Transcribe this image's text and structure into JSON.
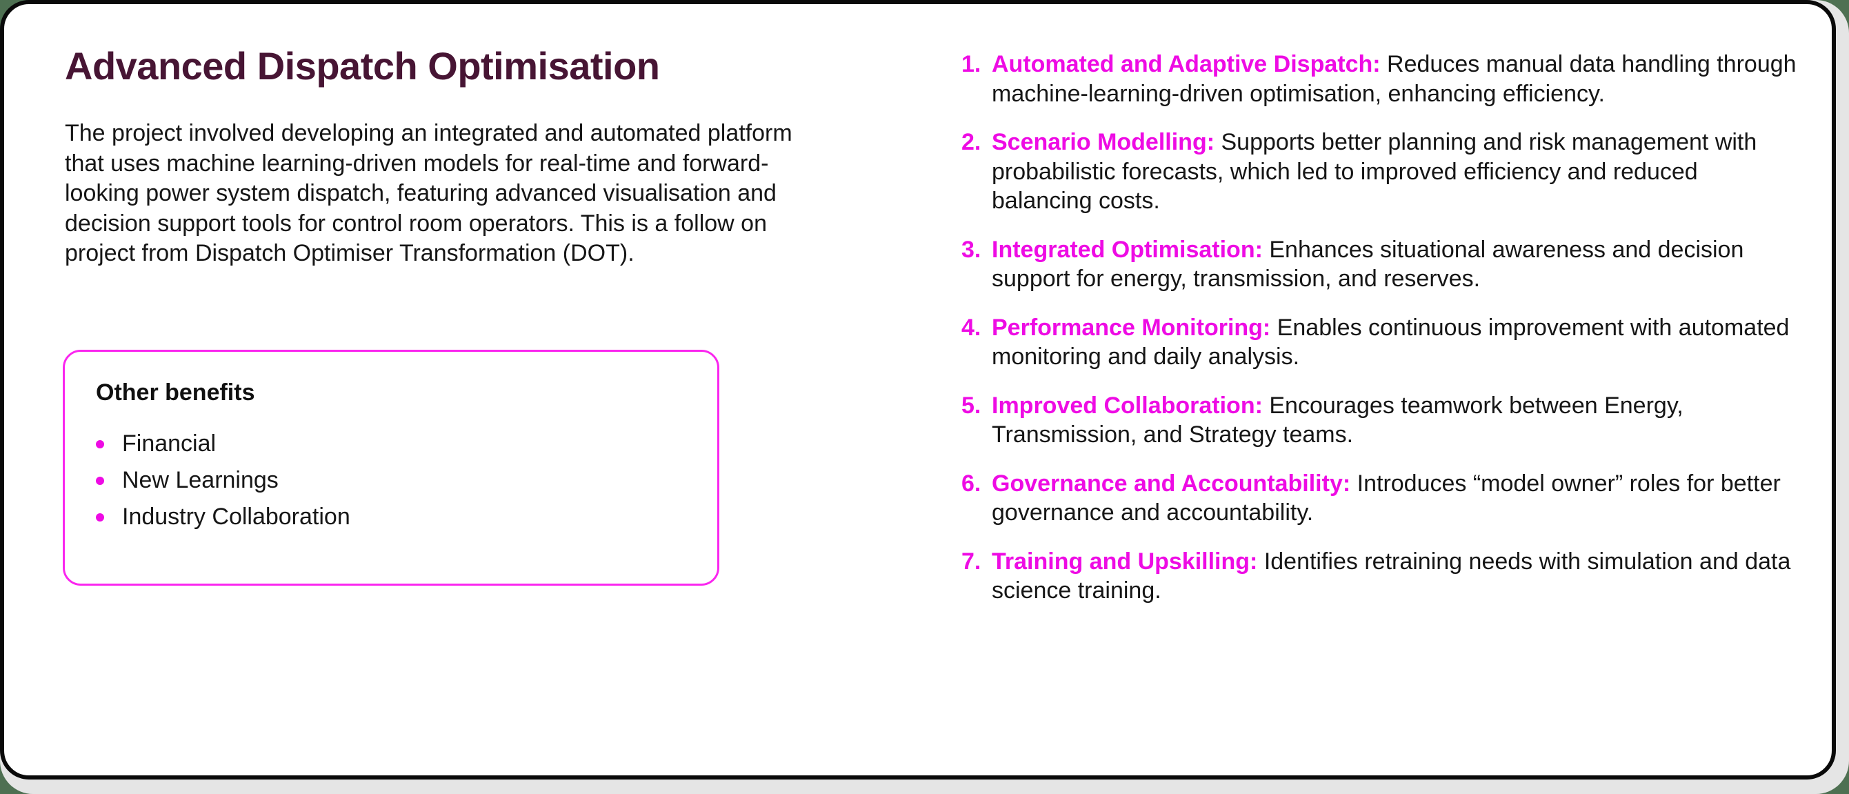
{
  "slide": {
    "title": "Advanced Dispatch Optimisation",
    "intro": "The project involved developing an integrated and automated platform that uses machine learning-driven models for real-time and forward-looking power system dispatch, featuring advanced visualisation and decision support tools for control room operators. This is a follow on project from Dispatch Optimiser Transformation (DOT).",
    "benefits_box": {
      "heading": "Other benefits",
      "items": [
        "Financial",
        "New Learnings",
        "Industry Collaboration"
      ]
    },
    "numbered_list": [
      {
        "num": "1.",
        "lead": "Automated and Adaptive Dispatch:",
        "text": "Reduces manual data handling through machine-learning-driven optimisation, enhancing efficiency."
      },
      {
        "num": "2.",
        "lead": "Scenario Modelling:",
        "text": "Supports better planning and risk management with probabilistic forecasts, which led to improved efficiency and reduced balancing costs."
      },
      {
        "num": "3.",
        "lead": "Integrated Optimisation:",
        "text": "Enhances situational awareness and decision support for energy, transmission, and reserves."
      },
      {
        "num": "4.",
        "lead": "Performance Monitoring:",
        "text": "Enables continuous improvement with automated monitoring and daily analysis."
      },
      {
        "num": "5.",
        "lead": "Improved Collaboration:",
        "text": "Encourages teamwork between Energy, Transmission, and Strategy teams."
      },
      {
        "num": "6.",
        "lead": "Governance and Accountability:",
        "text": "Introduces “model owner” roles for better governance and accountability."
      },
      {
        "num": "7.",
        "lead": "Training and Upskilling:",
        "text": "Identifies retraining needs with simulation and data science training."
      }
    ],
    "colors": {
      "accent_magenta": "#ee0be4",
      "box_border_magenta": "#fa26ef",
      "title_plum": "#471534",
      "card_border": "#0a0a0a",
      "page_gray": "#e5e5e5",
      "backdrop_green": "#4e7052"
    }
  }
}
